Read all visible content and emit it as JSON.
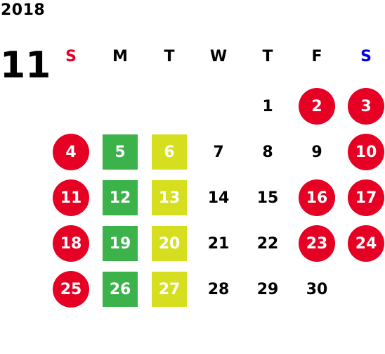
{
  "year": "2018",
  "month": "11",
  "colors": {
    "sunday_header": "#e60023",
    "saturday_header": "#0000e6",
    "holiday": "#e60023",
    "monday": "#3cb34a",
    "tuesday": "#d6df1f"
  },
  "weekdays": [
    "S",
    "M",
    "T",
    "W",
    "T",
    "F",
    "S"
  ],
  "weeks": [
    [
      null,
      null,
      null,
      null,
      "1",
      "2",
      "3"
    ],
    [
      "4",
      "5",
      "6",
      "7",
      "8",
      "9",
      "10"
    ],
    [
      "11",
      "12",
      "13",
      "14",
      "15",
      "16",
      "17"
    ],
    [
      "18",
      "19",
      "20",
      "21",
      "22",
      "23",
      "24"
    ],
    [
      "25",
      "26",
      "27",
      "28",
      "29",
      "30",
      null
    ]
  ],
  "day_styles": {
    "2": "holiday",
    "3": "holiday",
    "4": "holiday",
    "10": "holiday",
    "11": "holiday",
    "16": "holiday",
    "17": "holiday",
    "18": "holiday",
    "23": "holiday",
    "24": "holiday",
    "25": "holiday",
    "5": "mon",
    "12": "mon",
    "19": "mon",
    "26": "mon",
    "6": "tue",
    "13": "tue",
    "20": "tue",
    "27": "tue"
  }
}
